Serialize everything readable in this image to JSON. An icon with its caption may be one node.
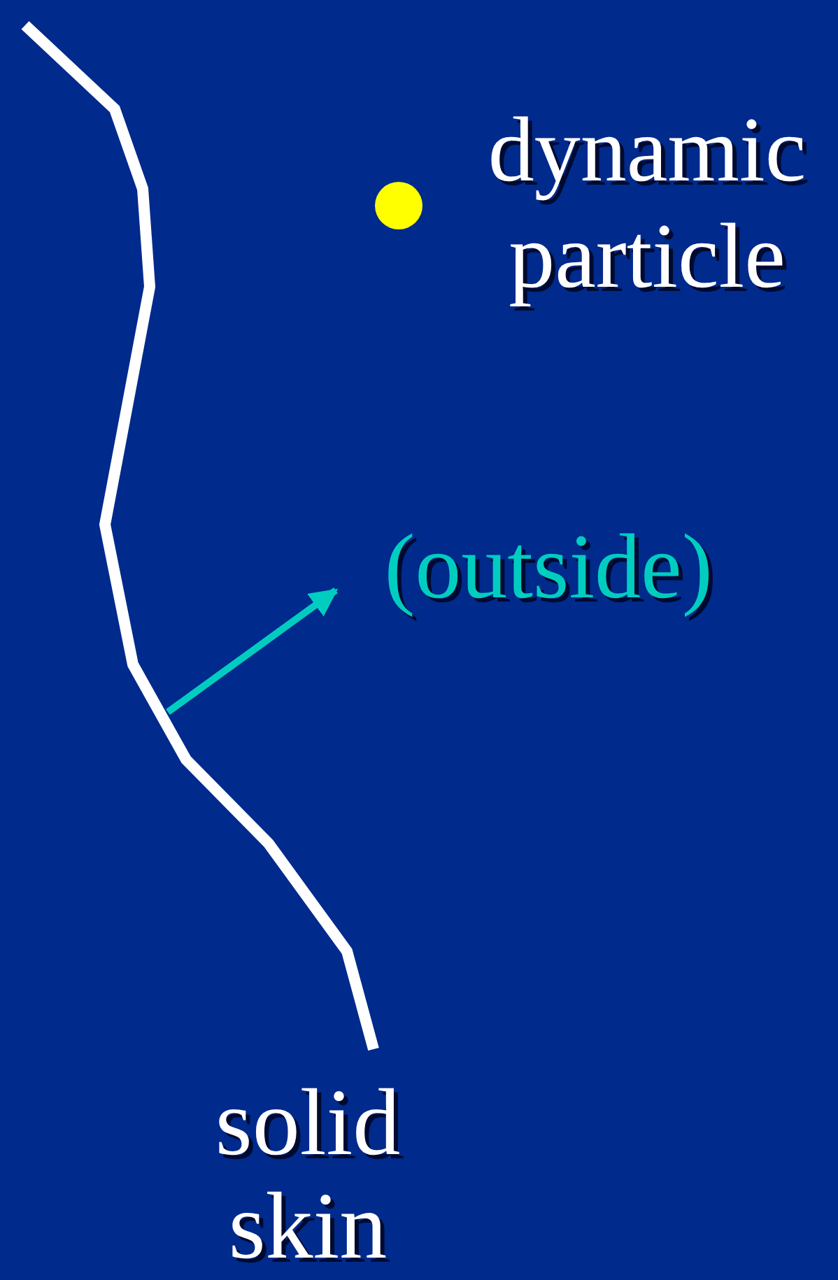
{
  "diagram": {
    "nodes": [
      {
        "text": [],
        "shape": "circle",
        "beside": [
          "dynamic particle"
        ]
      }
    ],
    "labels": [
      "(outside)",
      "solid skin"
    ]
  }
}
